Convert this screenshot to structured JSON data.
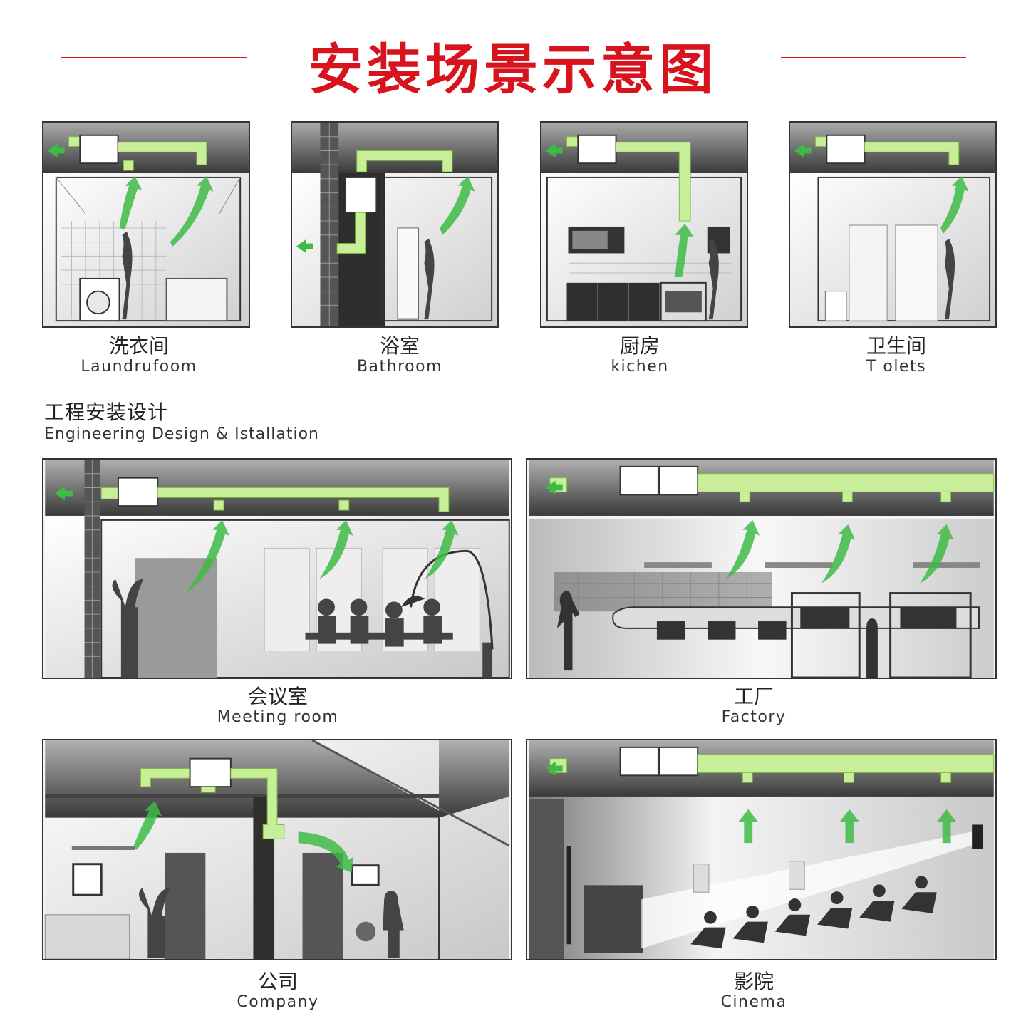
{
  "title": "安装场景示意图",
  "colors": {
    "title": "#d7131d",
    "duct": "#b5e47e",
    "duct_edge": "#7fbf3f",
    "arrow": "#3dbb45",
    "ceiling": "#555555",
    "wall": "#2b2b2b"
  },
  "scenes_top": [
    {
      "zh": "洗衣间",
      "en": "Laundrufoom"
    },
    {
      "zh": "浴室",
      "en": "Bathroom"
    },
    {
      "zh": "厨房",
      "en": "kichen"
    },
    {
      "zh": "卫生间",
      "en": "T olets"
    }
  ],
  "section": {
    "zh": "工程安装设计",
    "en": "Engineering Design & Istallation"
  },
  "scenes_large": [
    {
      "zh": "会议室",
      "en": "Meeting room"
    },
    {
      "zh": "工厂",
      "en": "Factory"
    },
    {
      "zh": "公司",
      "en": "Company"
    },
    {
      "zh": "影院",
      "en": "Cinema"
    }
  ]
}
